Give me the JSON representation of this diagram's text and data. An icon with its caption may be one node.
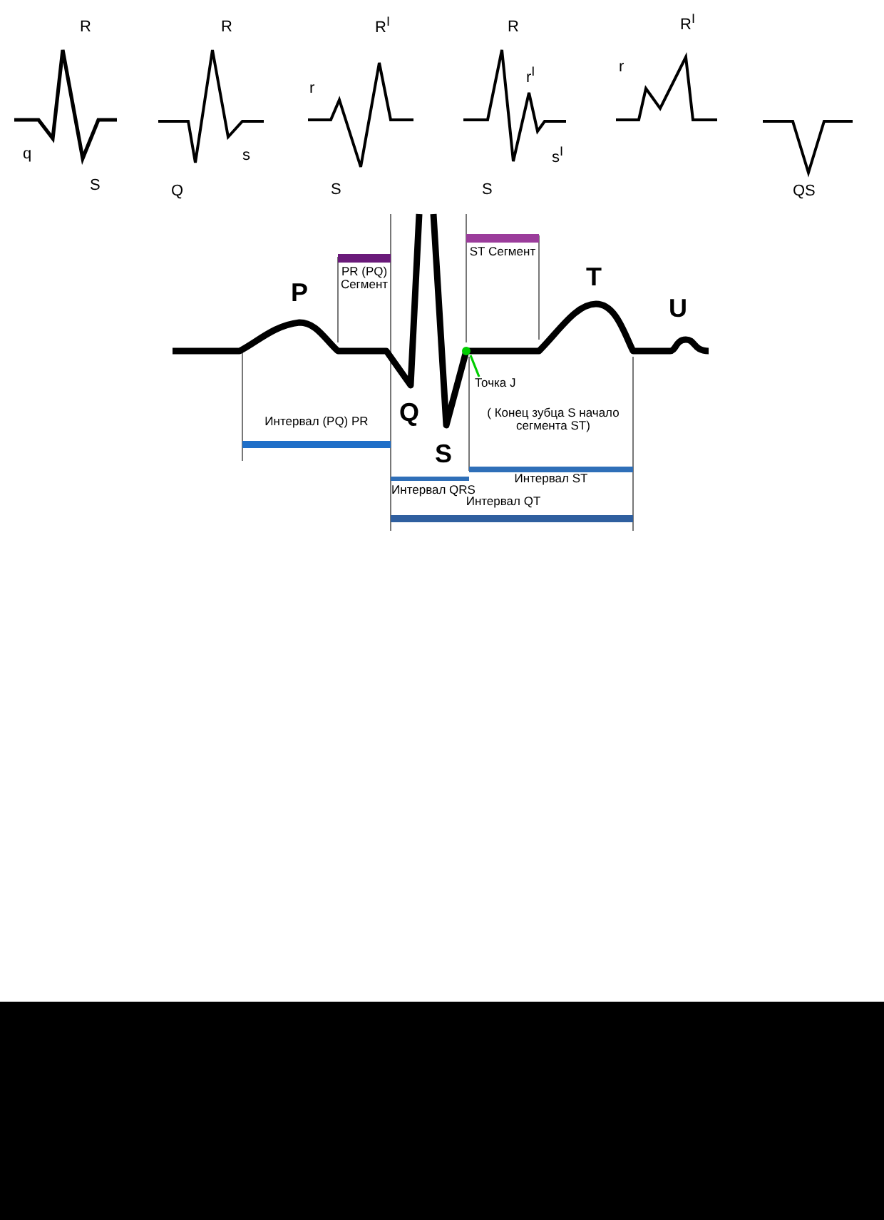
{
  "diagram": {
    "nodes": [
      {
        "text": [
          "Точка J"
        ]
      },
      {
        "text": [],
        "shape": "circle"
      }
    ],
    "edges": [
      {
        "from": 0,
        "to": 1,
        "arrow": "none",
        "color": "#00cc00"
      }
    ],
    "labels": [
      "R",
      "q",
      "S",
      "R",
      "Q",
      "s",
      "R$^{I}$",
      "r",
      "S",
      "R",
      "r$^{I}$",
      "s$^{I}$",
      "S",
      "R$^{I}$",
      "r",
      "QS",
      "PR (PQ) Сегмент",
      "ST Сегмент",
      "P",
      "T",
      "U",
      "Q",
      "S",
      "Интервал (PQ) PR",
      "( Конец зубца S начало сегмента ST)",
      "Интервал ST",
      "Интервал QRS",
      "Интервал QT"
    ]
  }
}
